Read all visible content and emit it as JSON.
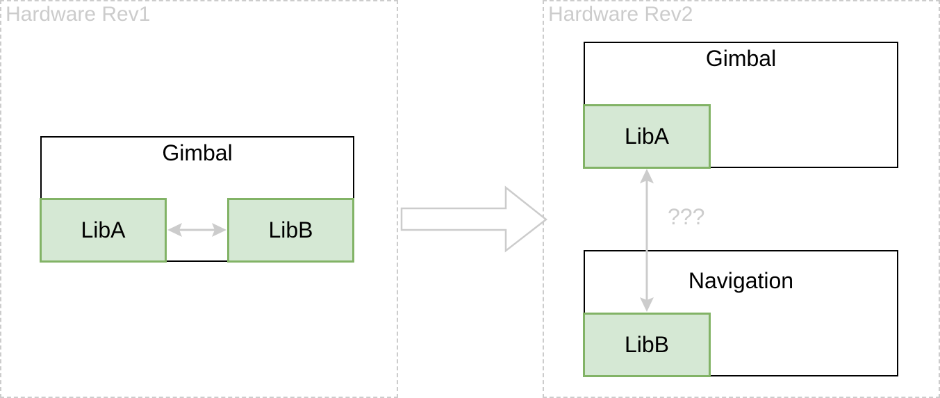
{
  "rev1": {
    "title": "Hardware Rev1",
    "gimbal": {
      "title": "Gimbal",
      "lib_a": "LibA",
      "lib_b": "LibB"
    }
  },
  "rev2": {
    "title": "Hardware Rev2",
    "gimbal": {
      "title": "Gimbal",
      "lib_a": "LibA"
    },
    "navigation": {
      "title": "Navigation",
      "lib_b": "LibB"
    },
    "link_label": "???"
  },
  "colors": {
    "dashed_border": "#cccccc",
    "lib_fill": "#d5e8d4",
    "lib_border": "#82b366",
    "arrow": "#cccccc"
  }
}
